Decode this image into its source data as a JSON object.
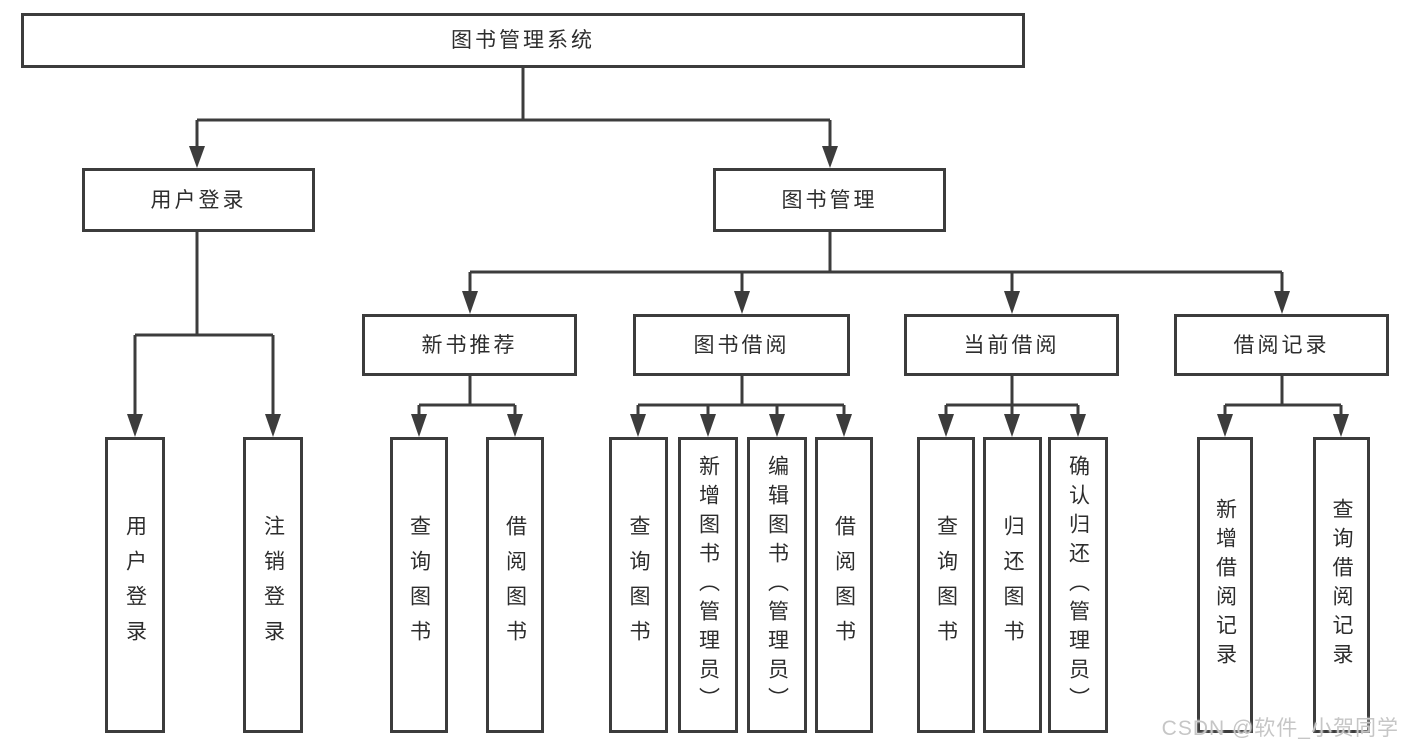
{
  "tree": {
    "label": "图书管理系统",
    "children": [
      {
        "label": "用户登录",
        "children": [
          {
            "label": "用户登录"
          },
          {
            "label": "注销登录"
          }
        ]
      },
      {
        "label": "图书管理",
        "children": [
          {
            "label": "新书推荐",
            "children": [
              {
                "label": "查询图书"
              },
              {
                "label": "借阅图书"
              }
            ]
          },
          {
            "label": "图书借阅",
            "children": [
              {
                "label": "查询图书"
              },
              {
                "label": "新增图书（管理员）"
              },
              {
                "label": "编辑图书（管理员）"
              },
              {
                "label": "借阅图书"
              }
            ]
          },
          {
            "label": "当前借阅",
            "children": [
              {
                "label": "查询图书"
              },
              {
                "label": "归还图书"
              },
              {
                "label": "确认归还（管理员）"
              }
            ]
          },
          {
            "label": "借阅记录",
            "children": [
              {
                "label": "新增借阅记录"
              },
              {
                "label": "查询借阅记录"
              }
            ]
          }
        ]
      }
    ]
  },
  "watermark": {
    "text": "CSDN @软件_小贺同学"
  },
  "colors": {
    "line": "#3c3c3c",
    "text": "#2d2d2d",
    "watermark": "#c6c6c6",
    "background": "#ffffff"
  }
}
